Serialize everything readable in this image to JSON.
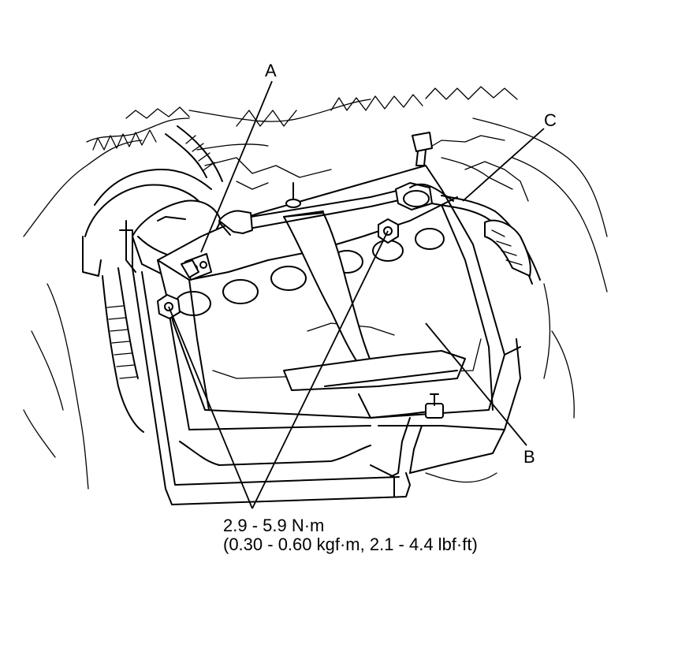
{
  "callouts": {
    "a": "A",
    "b": "B",
    "c": "C"
  },
  "torque_spec": {
    "metric": "2.9 - 5.9 N·m",
    "imperial": "(0.30 - 0.60 kgf·m, 2.1 - 4.4 lbf·ft)"
  }
}
